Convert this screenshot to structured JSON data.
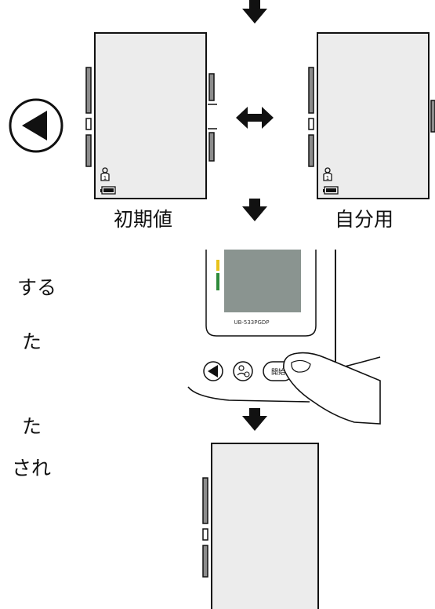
{
  "labels": {
    "initial_value": "初期値",
    "own_use": "自分用"
  },
  "device": {
    "model": "UB-533PGDP",
    "button_label": "開始"
  },
  "cut_off_text": [
    "する",
    "た",
    "た",
    "され"
  ],
  "icons": {
    "arrow_down": "arrow-down-icon",
    "left_button": "left-triangle-button",
    "swap": "left-right-arrow-icon",
    "user": "user-1-icon",
    "battery": "battery-icon"
  },
  "colors": {
    "screen_fill": "#ececec",
    "lcd_fill": "#8a9490",
    "bar_fill": "#8c8c8c",
    "indicator_yellow": "#e8c21a",
    "indicator_green": "#2e8a3a",
    "ink": "#111111"
  }
}
